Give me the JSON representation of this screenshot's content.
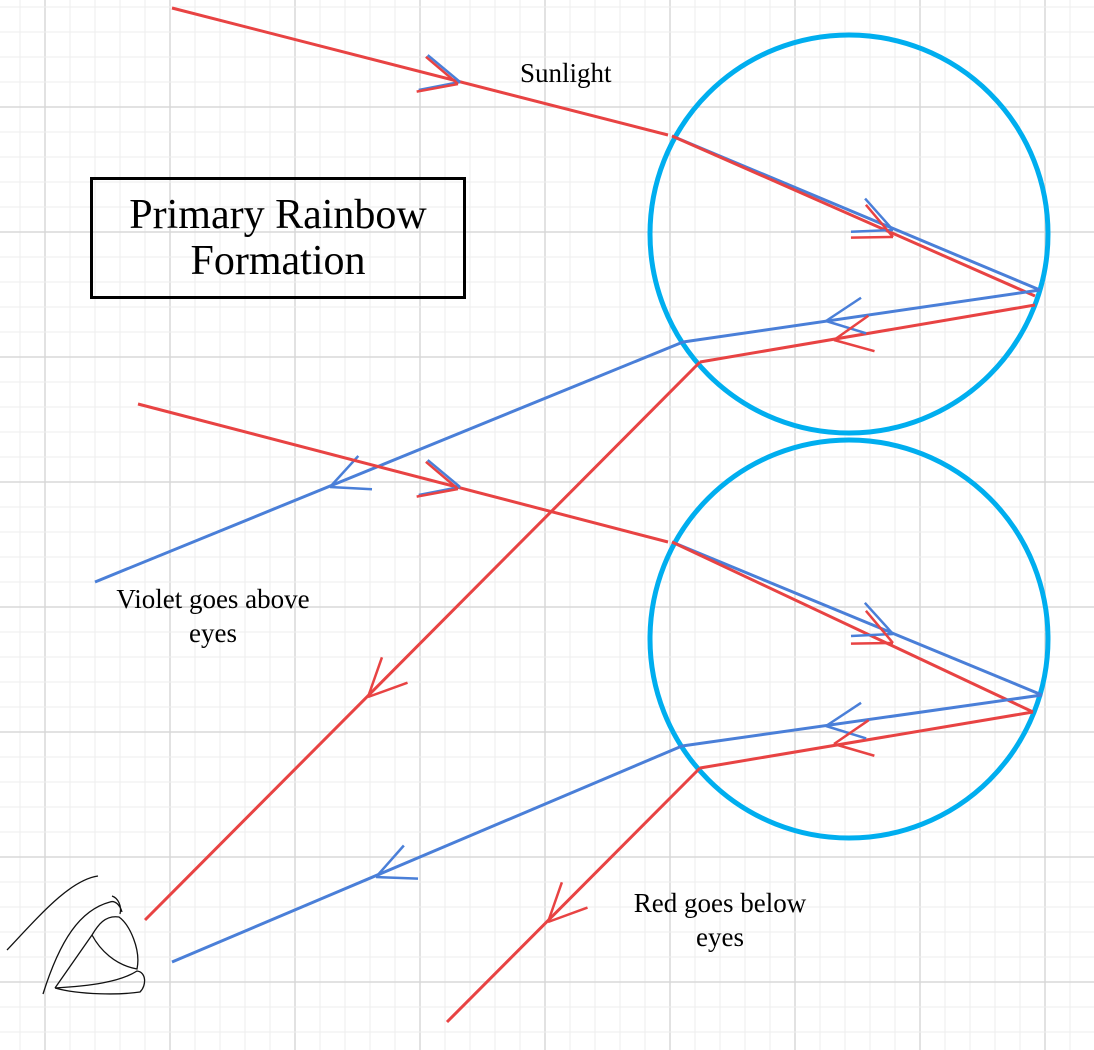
{
  "title": {
    "line1": "Primary Rainbow",
    "line2": "Formation"
  },
  "labels": {
    "sunlight": "Sunlight",
    "violet_line1": "Violet goes above",
    "violet_line2": "eyes",
    "red_line1": "Red goes below",
    "red_line2": "eyes"
  },
  "colors": {
    "red": "#e84343",
    "violet": "#4a7fd8",
    "droplet": "#00aeef",
    "grid_minor": "#eeeeee",
    "grid_major": "#d8d8d8"
  },
  "icons": {
    "observer": "eye-icon",
    "droplet": "raindrop-circle"
  }
}
